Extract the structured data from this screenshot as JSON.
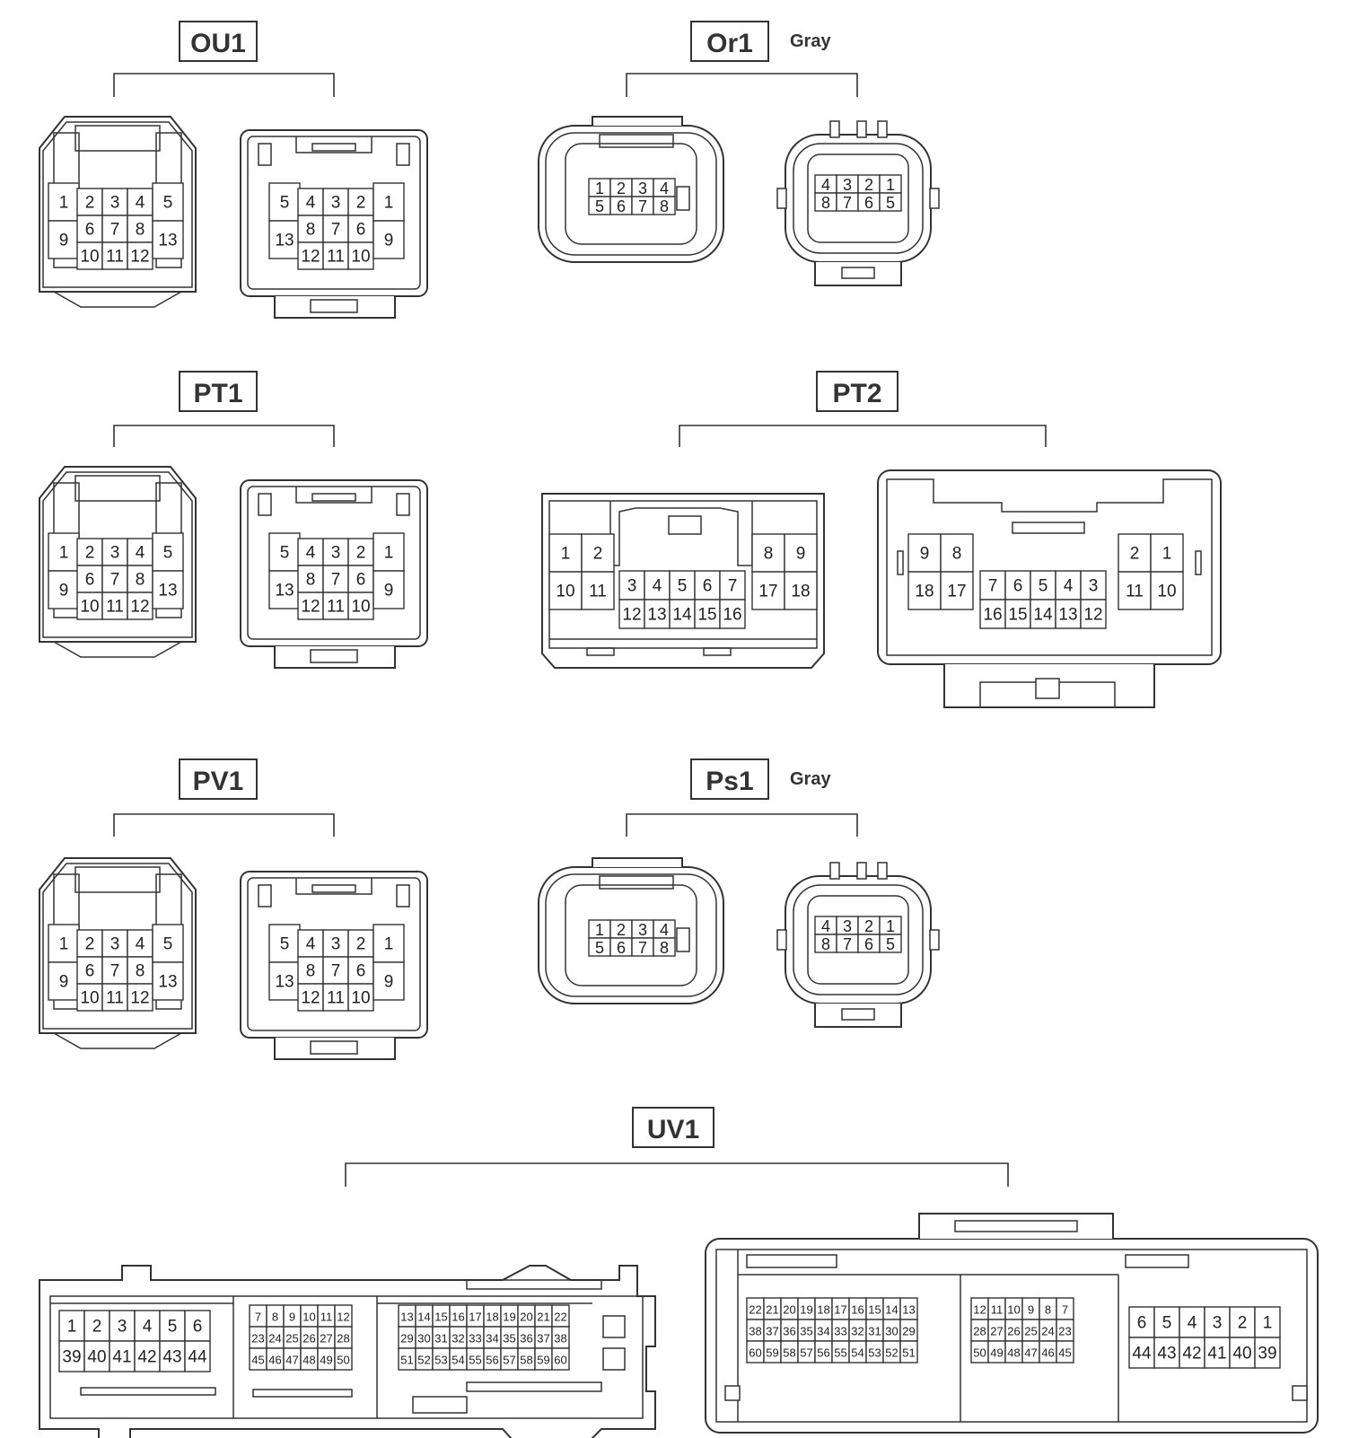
{
  "connectors": [
    {
      "id": "OU1",
      "label": "OU1",
      "color": ""
    },
    {
      "id": "Or1",
      "label": "Or1",
      "color": "Gray"
    },
    {
      "id": "PT1",
      "label": "PT1",
      "color": ""
    },
    {
      "id": "PT2",
      "label": "PT2",
      "color": ""
    },
    {
      "id": "PV1",
      "label": "PV1",
      "color": ""
    },
    {
      "id": "Ps1",
      "label": "Ps1",
      "color": "Gray"
    },
    {
      "id": "UV1",
      "label": "UV1",
      "color": ""
    }
  ],
  "pin_layouts": {
    "c13_female": {
      "left": [
        [
          "1"
        ],
        [
          "9"
        ]
      ],
      "center": [
        [
          "2",
          "3",
          "4"
        ],
        [
          "6",
          "7",
          "8"
        ],
        [
          "10",
          "11",
          "12"
        ]
      ],
      "right": [
        [
          "5"
        ],
        [
          "13"
        ]
      ]
    },
    "c13_male": {
      "left": [
        [
          "5"
        ],
        [
          "13"
        ]
      ],
      "center": [
        [
          "4",
          "3",
          "2"
        ],
        [
          "8",
          "7",
          "6"
        ],
        [
          "12",
          "11",
          "10"
        ]
      ],
      "right": [
        [
          "1"
        ],
        [
          "9"
        ]
      ]
    },
    "c8_female": [
      [
        "1",
        "2",
        "3",
        "4"
      ],
      [
        "5",
        "6",
        "7",
        "8"
      ]
    ],
    "c8_male": [
      [
        "4",
        "3",
        "2",
        "1"
      ],
      [
        "8",
        "7",
        "6",
        "5"
      ]
    ],
    "pt2_female": {
      "left": [
        [
          "1",
          "2"
        ],
        [
          "10",
          "11"
        ]
      ],
      "center": [
        [
          "3",
          "4",
          "5",
          "6",
          "7"
        ],
        [
          "12",
          "13",
          "14",
          "15",
          "16"
        ]
      ],
      "right": [
        [
          "8",
          "9"
        ],
        [
          "17",
          "18"
        ]
      ]
    },
    "pt2_male": {
      "left": [
        [
          "9",
          "8"
        ],
        [
          "18",
          "17"
        ]
      ],
      "center": [
        [
          "7",
          "6",
          "5",
          "4",
          "3"
        ],
        [
          "16",
          "15",
          "14",
          "13",
          "12"
        ]
      ],
      "right": [
        [
          "2",
          "1"
        ],
        [
          "11",
          "10"
        ]
      ]
    },
    "uv1_female": {
      "g1": [
        [
          "1",
          "2",
          "3",
          "4",
          "5",
          "6"
        ],
        [
          "39",
          "40",
          "41",
          "42",
          "43",
          "44"
        ]
      ],
      "g2": [
        [
          "7",
          "8",
          "9",
          "10",
          "11",
          "12"
        ],
        [
          "23",
          "24",
          "25",
          "26",
          "27",
          "28"
        ],
        [
          "45",
          "46",
          "47",
          "48",
          "49",
          "50"
        ]
      ],
      "g3": [
        [
          "13",
          "14",
          "15",
          "16",
          "17",
          "18",
          "19",
          "20",
          "21",
          "22"
        ],
        [
          "29",
          "30",
          "31",
          "32",
          "33",
          "34",
          "35",
          "36",
          "37",
          "38"
        ],
        [
          "51",
          "52",
          "53",
          "54",
          "55",
          "56",
          "57",
          "58",
          "59",
          "60"
        ]
      ]
    },
    "uv1_male": {
      "g1": [
        [
          "22",
          "21",
          "20",
          "19",
          "18",
          "17",
          "16",
          "15",
          "14",
          "13"
        ],
        [
          "38",
          "37",
          "36",
          "35",
          "34",
          "33",
          "32",
          "31",
          "30",
          "29"
        ],
        [
          "60",
          "59",
          "58",
          "57",
          "56",
          "55",
          "54",
          "53",
          "52",
          "51"
        ]
      ],
      "g2": [
        [
          "12",
          "11",
          "10",
          "9",
          "8",
          "7"
        ],
        [
          "28",
          "27",
          "26",
          "25",
          "24",
          "23"
        ],
        [
          "50",
          "49",
          "48",
          "47",
          "46",
          "45"
        ]
      ],
      "g3": [
        [
          "6",
          "5",
          "4",
          "3",
          "2",
          "1"
        ],
        [
          "44",
          "43",
          "42",
          "41",
          "40",
          "39"
        ]
      ]
    }
  },
  "colors": {
    "line": "#333333",
    "background": "#ffffff"
  }
}
